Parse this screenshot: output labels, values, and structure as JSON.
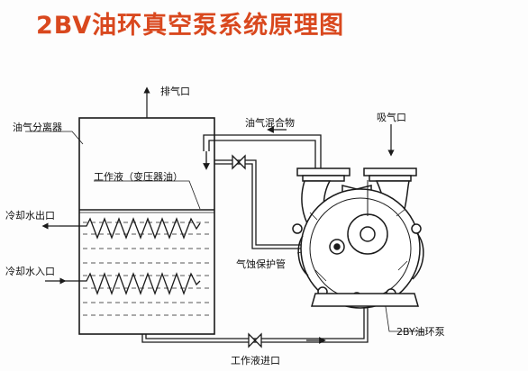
{
  "title": "2BV油环真空泵系统原理图",
  "colors": {
    "title": "#d9481e",
    "line": "#1a1a1a",
    "liquid": "#555555"
  },
  "labels": {
    "exhaust": "排气口",
    "separator": "油气分离器",
    "oil_gas_mix": "油气混合物",
    "intake": "吸气口",
    "working_fluid": "工作液（变压器油）",
    "cooling_out": "冷却水出口",
    "cooling_in": "冷却水入口",
    "cavitation_pipe": "气蚀保护管",
    "pump": "2BY油环泵",
    "fluid_inlet": "工作液进口"
  }
}
